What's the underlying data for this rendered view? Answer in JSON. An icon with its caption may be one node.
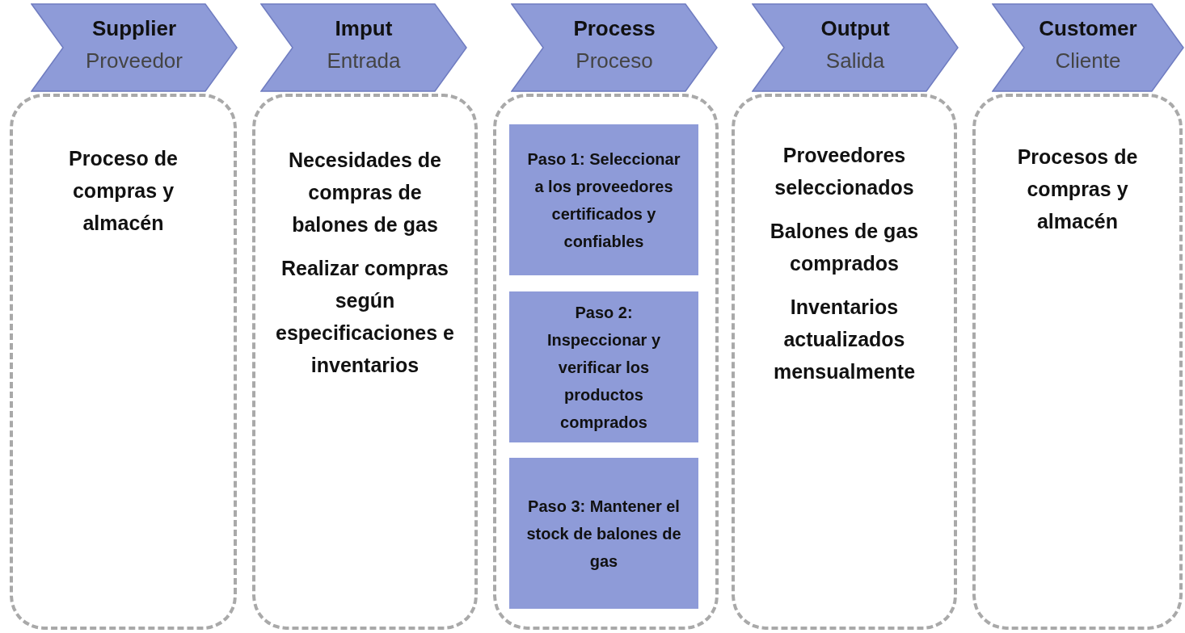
{
  "diagram": {
    "nodes": [
      {
        "text": [
          "Supplier",
          "Proveedor"
        ]
      },
      {
        "text": [
          "Imput",
          "Entrada"
        ]
      },
      {
        "text": [
          "Process",
          "Proceso"
        ]
      },
      {
        "text": [
          "Output",
          "Salida"
        ]
      },
      {
        "text": [
          "Customer",
          "Cliente"
        ]
      },
      {
        "text": [
          "Proceso de compras y almacén"
        ]
      },
      {
        "text": [
          "Necesidades de compras de balones de gas",
          "Realizar compras según especificaciones e inventarios"
        ]
      },
      {
        "text": [],
        "shape": "box"
      },
      {
        "text": [
          "Proveedores seleccionados",
          "Balones de gas comprados",
          "Inventarios actualizados mensualmente"
        ]
      },
      {
        "text": [
          "Procesos de compras y almacén"
        ]
      },
      {
        "text": [
          "Paso 1: Seleccionar a los proveedores certificados y confiables"
        ],
        "in": 7
      },
      {
        "text": [
          "Paso 2: Inspeccionar y verificar los productos comprados"
        ],
        "in": 7
      },
      {
        "text": [
          "Paso 3: Mantener el stock de balones de gas"
        ],
        "in": 7
      }
    ],
    "edges": []
  }
}
